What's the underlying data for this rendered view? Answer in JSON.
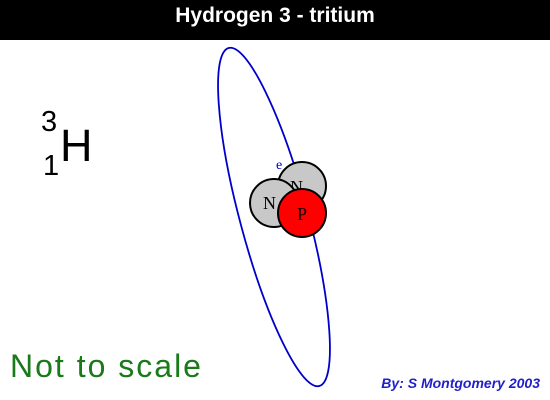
{
  "title": "Hydrogen 3 - tritium",
  "nuclide": {
    "mass_number": "3",
    "atomic_number": "1",
    "symbol": "H"
  },
  "nucleus": {
    "neutron_label": "N",
    "proton_label": "P",
    "neutron_color": "#c8c8c8",
    "proton_color": "#ff0000"
  },
  "electron": {
    "label": "e",
    "orbit_color": "#0000cc"
  },
  "scale_note": "Not to scale",
  "credit": "By: S Montgomery 2003",
  "colors": {
    "title_bar": "#000000",
    "title_text": "#ffffff",
    "scale_note": "#1a7a1a",
    "credit": "#1f1fcc"
  }
}
